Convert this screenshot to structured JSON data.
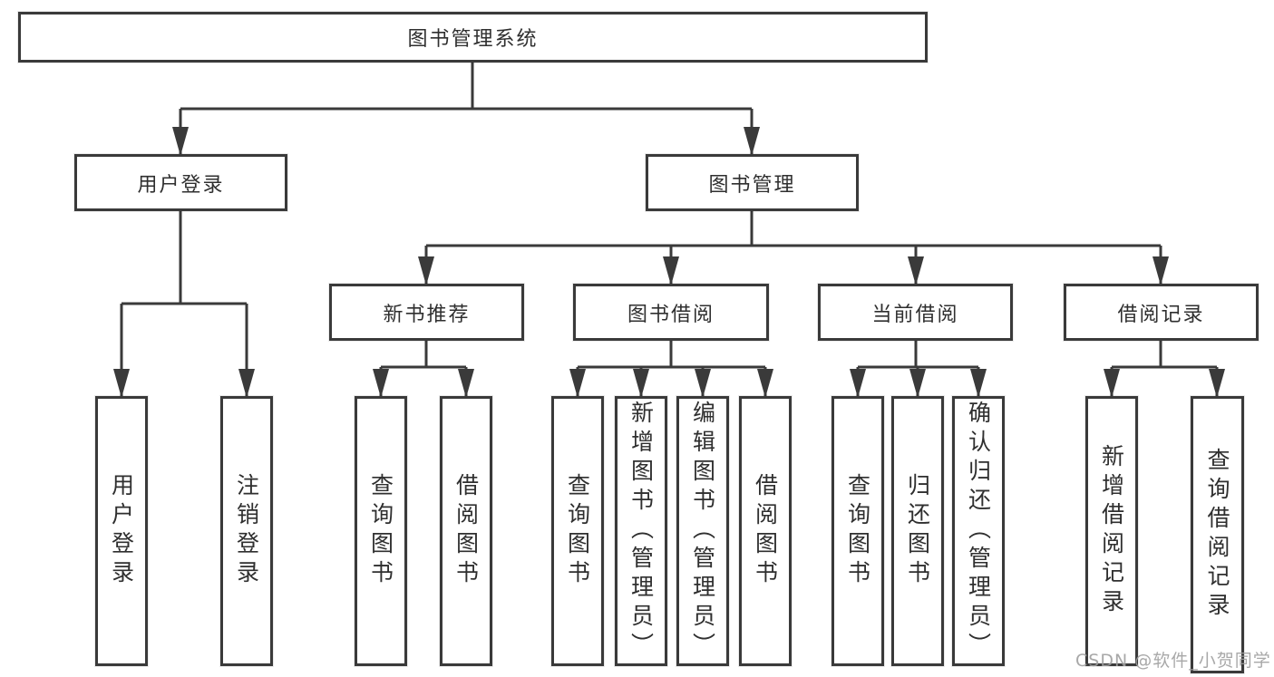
{
  "colors": {
    "line": "#3a3a3a",
    "text": "#2f2f2f",
    "watermark": "#9f9f9f",
    "background": "#ffffff"
  },
  "watermark": "CSDN @软件_小贺同学",
  "tree": {
    "label": "图书管理系统",
    "children": [
      {
        "label": "用户登录",
        "children": [
          {
            "label": "用户登录"
          },
          {
            "label": "注销登录"
          }
        ]
      },
      {
        "label": "图书管理",
        "children": [
          {
            "label": "新书推荐",
            "children": [
              {
                "label": "查询图书"
              },
              {
                "label": "借阅图书"
              }
            ]
          },
          {
            "label": "图书借阅",
            "children": [
              {
                "label": "查询图书"
              },
              {
                "label": "新增图书（管理员）"
              },
              {
                "label": "编辑图书（管理员）"
              },
              {
                "label": "借阅图书"
              }
            ]
          },
          {
            "label": "当前借阅",
            "children": [
              {
                "label": "查询图书"
              },
              {
                "label": "归还图书"
              },
              {
                "label": "确认归还（管理员）"
              }
            ]
          },
          {
            "label": "借阅记录",
            "children": [
              {
                "label": "新增借阅记录"
              },
              {
                "label": "查询借阅记录"
              }
            ]
          }
        ]
      }
    ]
  }
}
